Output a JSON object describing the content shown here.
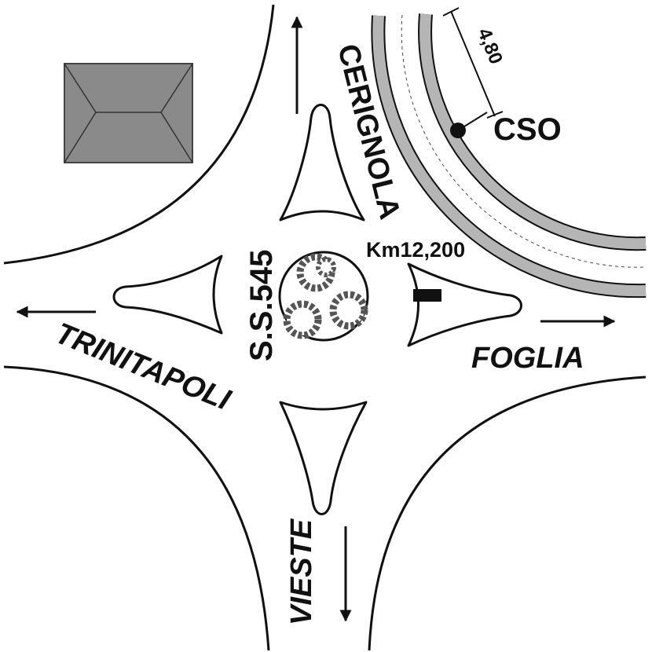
{
  "title": "Roundabout plan",
  "labels": {
    "road": "S.S.545",
    "kilometre": "Km12,200",
    "structure": "CSO",
    "width": "4,80"
  },
  "directions": {
    "north": "CERIGNOLA",
    "east": "FOGLIA",
    "south": "VIESTE",
    "west": "TRINITAPOLI"
  },
  "colors": {
    "stroke": "#111111",
    "building": "#8a8a8a",
    "channel": "#b5b5b5",
    "tree": "#7a7a7a"
  }
}
